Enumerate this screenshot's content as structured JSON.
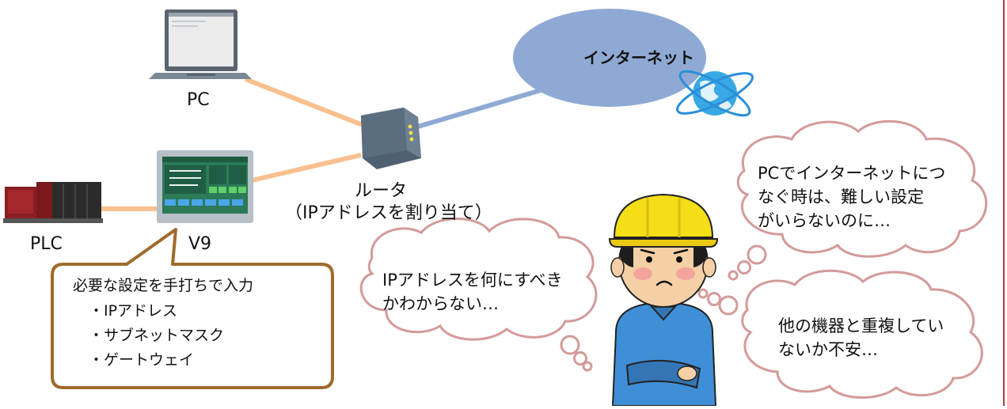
{
  "internet": {
    "label": "インターネット"
  },
  "devices": {
    "pc": "PC",
    "router": "ルータ",
    "router_note": "（IPアドレスを割り当て）",
    "plc": "PLC",
    "v9": "V9"
  },
  "callout": {
    "title": "必要な設定を手打ちで入力",
    "items": [
      "・IPアドレス",
      "・サブネットマスク",
      "・ゲートウェイ"
    ]
  },
  "thoughts": {
    "left": [
      "IPアドレスを何にすべき",
      "かわからない…"
    ],
    "top_right": [
      "PCでインターネットにつ",
      "なぐ時は、難しい設定",
      "がいらないのに…"
    ],
    "bottom_right": [
      "他の機器と重複してい",
      "ないか不安…"
    ]
  },
  "colors": {
    "cable_orange": "#f8c08f",
    "link_blue": "#8eaad4",
    "cloud_fill": "#8eaad4",
    "callout_border": "#a06a2c",
    "thought_border": "#d49a9a",
    "page_border": "#b03a3a"
  }
}
